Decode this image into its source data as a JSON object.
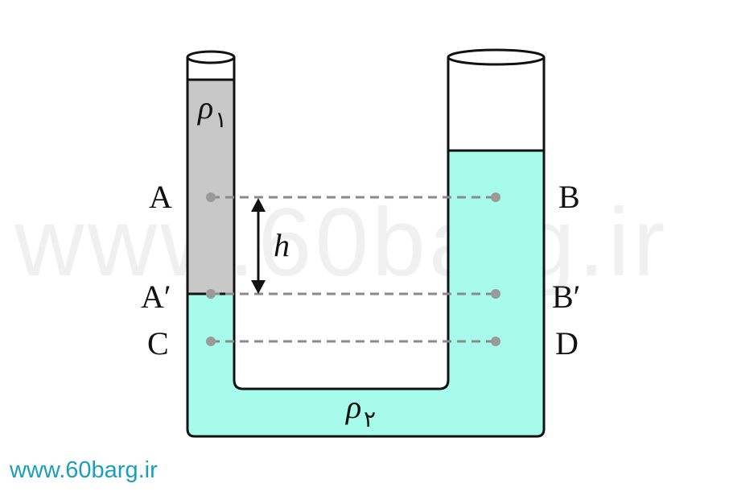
{
  "diagram": {
    "labels": {
      "A": "A",
      "A_prime": "A′",
      "B": "B",
      "B_prime": "B′",
      "C": "C",
      "D": "D",
      "height": "h",
      "rho_symbol": "ρ",
      "rho1_subscript": "۱",
      "rho2_subscript": "۲"
    },
    "colors": {
      "fluid1": "#c8c8c8",
      "fluid2": "#a6fbeb",
      "outline": "#111111",
      "dashed_line": "#8a8a8a",
      "point_marker": "#9a9a9a"
    }
  },
  "watermark": "www.60barg.ir",
  "footer": {
    "url": "www.60barg.ir",
    "color": "#1a9fb8"
  }
}
